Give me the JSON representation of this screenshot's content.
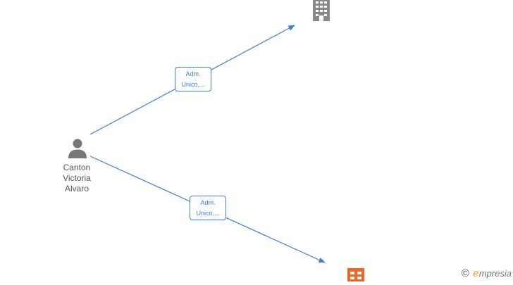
{
  "person": {
    "name_lines": [
      "Canton",
      "Victoria",
      "Alvaro"
    ],
    "icon": "person-icon"
  },
  "companies": [
    {
      "icon": "building-icon",
      "color": "#888888"
    },
    {
      "icon": "building-icon",
      "color": "#f26522"
    }
  ],
  "edges": [
    {
      "label_lines": [
        "Adm.",
        "Unico,..."
      ]
    },
    {
      "label_lines": [
        "Adm.",
        "Unico,..."
      ]
    }
  ],
  "brand": {
    "copyright_symbol": "©",
    "name_initial": "e",
    "name_rest": "mpresia"
  },
  "colors": {
    "edge": "#3b7dd8",
    "person": "#777777"
  }
}
